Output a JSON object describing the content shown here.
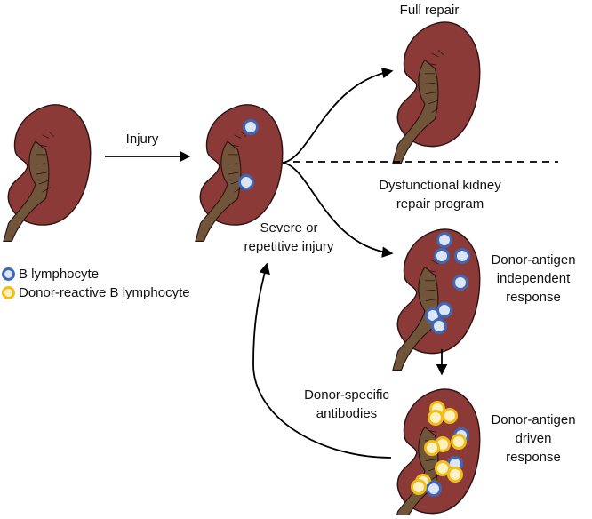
{
  "labels": {
    "full_repair": "Full repair",
    "injury": "Injury",
    "dysfunctional_line1": "Dysfunctional kidney",
    "dysfunctional_line2": "repair program",
    "severe_line1": "Severe or",
    "severe_line2": "repetitive injury",
    "independent_line1": "Donor-antigen",
    "independent_line2": "independent",
    "independent_line3": "response",
    "driven_line1": "Donor-antigen",
    "driven_line2": "driven",
    "driven_line3": "response",
    "dsa_line1": "Donor-specific",
    "dsa_line2": "antibodies"
  },
  "legend": [
    {
      "label": "B lymphocyte",
      "ring": "#3f67b5",
      "fill": "#dbe5f5"
    },
    {
      "label": "Donor-reactive B lymphocyte",
      "ring": "#f0bd19",
      "fill": "#fdf1c2"
    }
  ],
  "colors": {
    "kidney": "#8c3a37",
    "kidney_outline": "#2a1413",
    "pelvis": "#70553a",
    "arrow": "#000000"
  }
}
